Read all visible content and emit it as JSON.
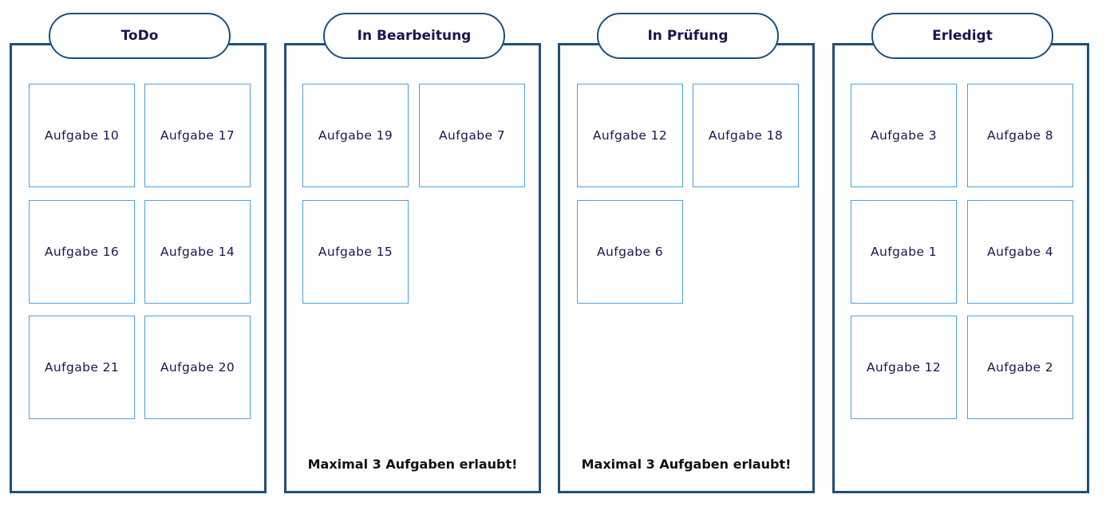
{
  "colors": {
    "column_border": "#1d4f7c",
    "card_border": "#4aa3e0",
    "text": "#1b1552"
  },
  "columns": [
    {
      "title": "ToDo",
      "cards": [
        "Aufgabe 10",
        "Aufgabe 17",
        "Aufgabe 16",
        "Aufgabe 14",
        "Aufgabe 21",
        "Aufgabe 20"
      ],
      "note": ""
    },
    {
      "title": "In Bearbeitung",
      "cards": [
        "Aufgabe 19",
        "Aufgabe 7",
        "Aufgabe 15"
      ],
      "note": "Maximal 3 Aufgaben erlaubt!"
    },
    {
      "title": "In Prüfung",
      "cards": [
        "Aufgabe 12",
        "Aufgabe 18",
        "Aufgabe 6"
      ],
      "note": "Maximal 3 Aufgaben erlaubt!"
    },
    {
      "title": "Erledigt",
      "cards": [
        "Aufgabe 3",
        "Aufgabe 8",
        "Aufgabe 1",
        "Aufgabe 4",
        "Aufgabe 12",
        "Aufgabe 2"
      ],
      "note": ""
    }
  ]
}
